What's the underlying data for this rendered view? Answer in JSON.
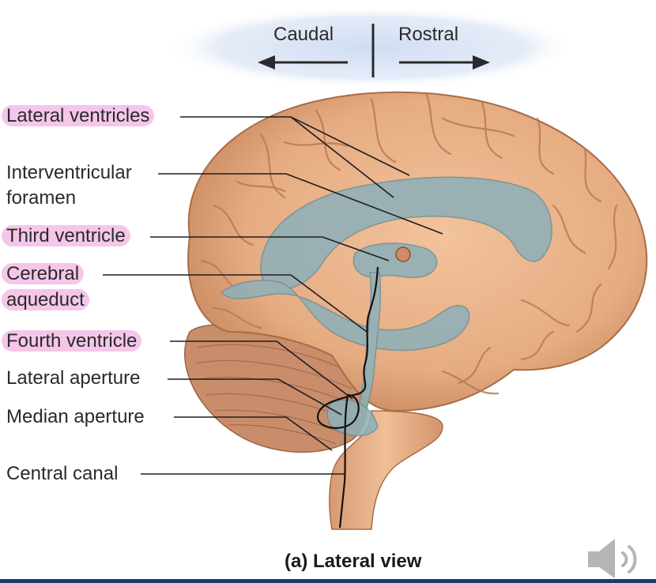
{
  "orientation": {
    "caudal": "Caudal",
    "rostral": "Rostral"
  },
  "labels": {
    "lateral_ventricles": "Lateral ventricles",
    "interventricular_line1": "Interventricular",
    "interventricular_line2": "foramen",
    "third_ventricle": "Third ventricle",
    "cerebral_line1": "Cerebral",
    "cerebral_line2": "aqueduct",
    "fourth_ventricle": "Fourth ventricle",
    "lateral_aperture": "Lateral aperture",
    "median_aperture": "Median aperture",
    "central_canal": "Central canal"
  },
  "caption": "(a) Lateral view",
  "colors": {
    "highlight": "#f5c6ea",
    "brain": "#e8b48c",
    "brain_dark": "#b97a52",
    "ventricle": "#8fb0b8",
    "cerebellum": "#c98d6b",
    "header_glow": "#cfdcf2",
    "bottom_bar": "#1f3a6e"
  },
  "icons": {
    "audio": "speaker-icon"
  }
}
